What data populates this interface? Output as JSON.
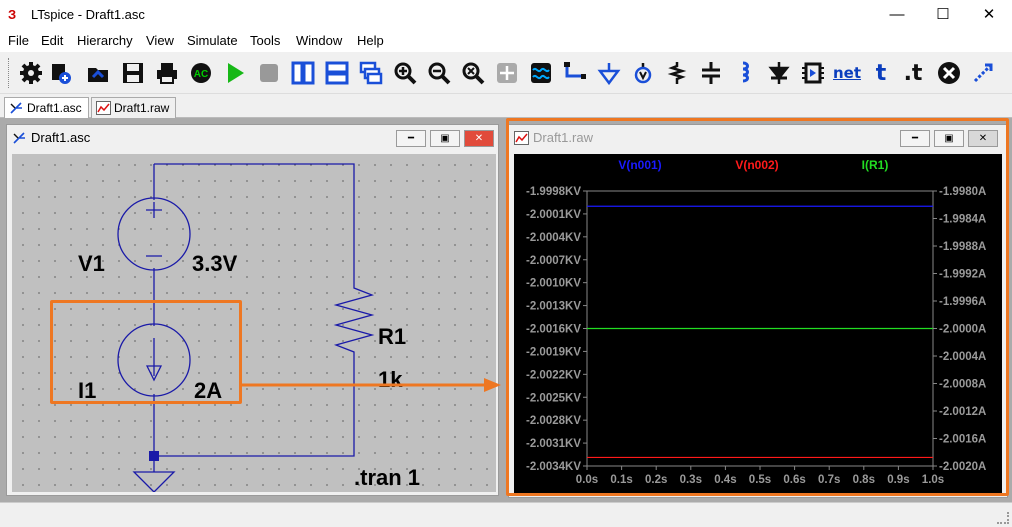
{
  "window": {
    "title": "LTspice - Draft1.asc",
    "app_icon": "З",
    "minimize": "—",
    "maximize": "☐",
    "close": "✕"
  },
  "menu": [
    "File",
    "Edit",
    "Hierarchy",
    "View",
    "Simulate",
    "Tools",
    "Window",
    "Help"
  ],
  "toolbar": {
    "icons": [
      "gear-icon",
      "new-schematic-icon",
      "open-icon",
      "save-icon",
      "print-icon",
      "ac-analysis-icon",
      "run-icon",
      "halt-icon",
      "tile-vertical-icon",
      "tile-horizontal-icon",
      "cascade-icon",
      "zoom-in-icon",
      "zoom-out-icon",
      "zoom-fit-icon",
      "pan-icon",
      "autorange-icon",
      "wire-icon",
      "ground-icon",
      "label-net-icon",
      "resistor-icon",
      "capacitor-icon",
      "inductor-icon",
      "diode-icon",
      "component-icon"
    ],
    "net_label": "net",
    "text_label": "t",
    "spice_label": ".t",
    "cut_label": "✖"
  },
  "tabs": [
    {
      "label": "Draft1.asc",
      "active": true
    },
    {
      "label": "Draft1.raw",
      "active": false
    }
  ],
  "schematic": {
    "title": "Draft1.asc",
    "v1_name": "V1",
    "v1_value": "3.3V",
    "i1_name": "I1",
    "i1_value": "2A",
    "r1_name": "R1",
    "r1_value": "1k",
    "directive": ".tran 1"
  },
  "plot": {
    "title": "Draft1.raw",
    "trace_colors": {
      "blue": "#1a1aff",
      "red": "#ff1a1a",
      "green": "#22dd22"
    }
  },
  "chart_data": {
    "type": "line",
    "series": [
      {
        "name": "V(n001)",
        "axis": "left",
        "color": "#1a1aff",
        "x": [
          0,
          1
        ],
        "y": [
          -2.0,
          -2.0
        ]
      },
      {
        "name": "V(n002)",
        "axis": "left",
        "color": "#ff1a1a",
        "x": [
          0,
          1
        ],
        "y": [
          -2.003288,
          -2.003288
        ]
      },
      {
        "name": "I(R1)",
        "axis": "right",
        "color": "#22dd22",
        "x": [
          0,
          1
        ],
        "y": [
          -2.0,
          -2.0
        ]
      }
    ],
    "x_ticks": [
      "0.0s",
      "0.1s",
      "0.2s",
      "0.3s",
      "0.4s",
      "0.5s",
      "0.6s",
      "0.7s",
      "0.8s",
      "0.9s",
      "1.0s"
    ],
    "xlim": [
      0,
      1
    ],
    "left_ticks": [
      "-1.9998KV",
      "-2.0001KV",
      "-2.0004KV",
      "-2.0007KV",
      "-2.0010KV",
      "-2.0013KV",
      "-2.0016KV",
      "-2.0019KV",
      "-2.0022KV",
      "-2.0025KV",
      "-2.0028KV",
      "-2.0031KV",
      "-2.0034KV"
    ],
    "left_lim": [
      -2.0034,
      -1.9998
    ],
    "right_ticks": [
      "-1.9980A",
      "-1.9984A",
      "-1.9988A",
      "-1.9992A",
      "-1.9996A",
      "-2.0000A",
      "-2.0004A",
      "-2.0008A",
      "-2.0012A",
      "-2.0016A",
      "-2.0020A"
    ],
    "right_lim": [
      -2.002,
      -1.998
    ],
    "grid": false
  }
}
